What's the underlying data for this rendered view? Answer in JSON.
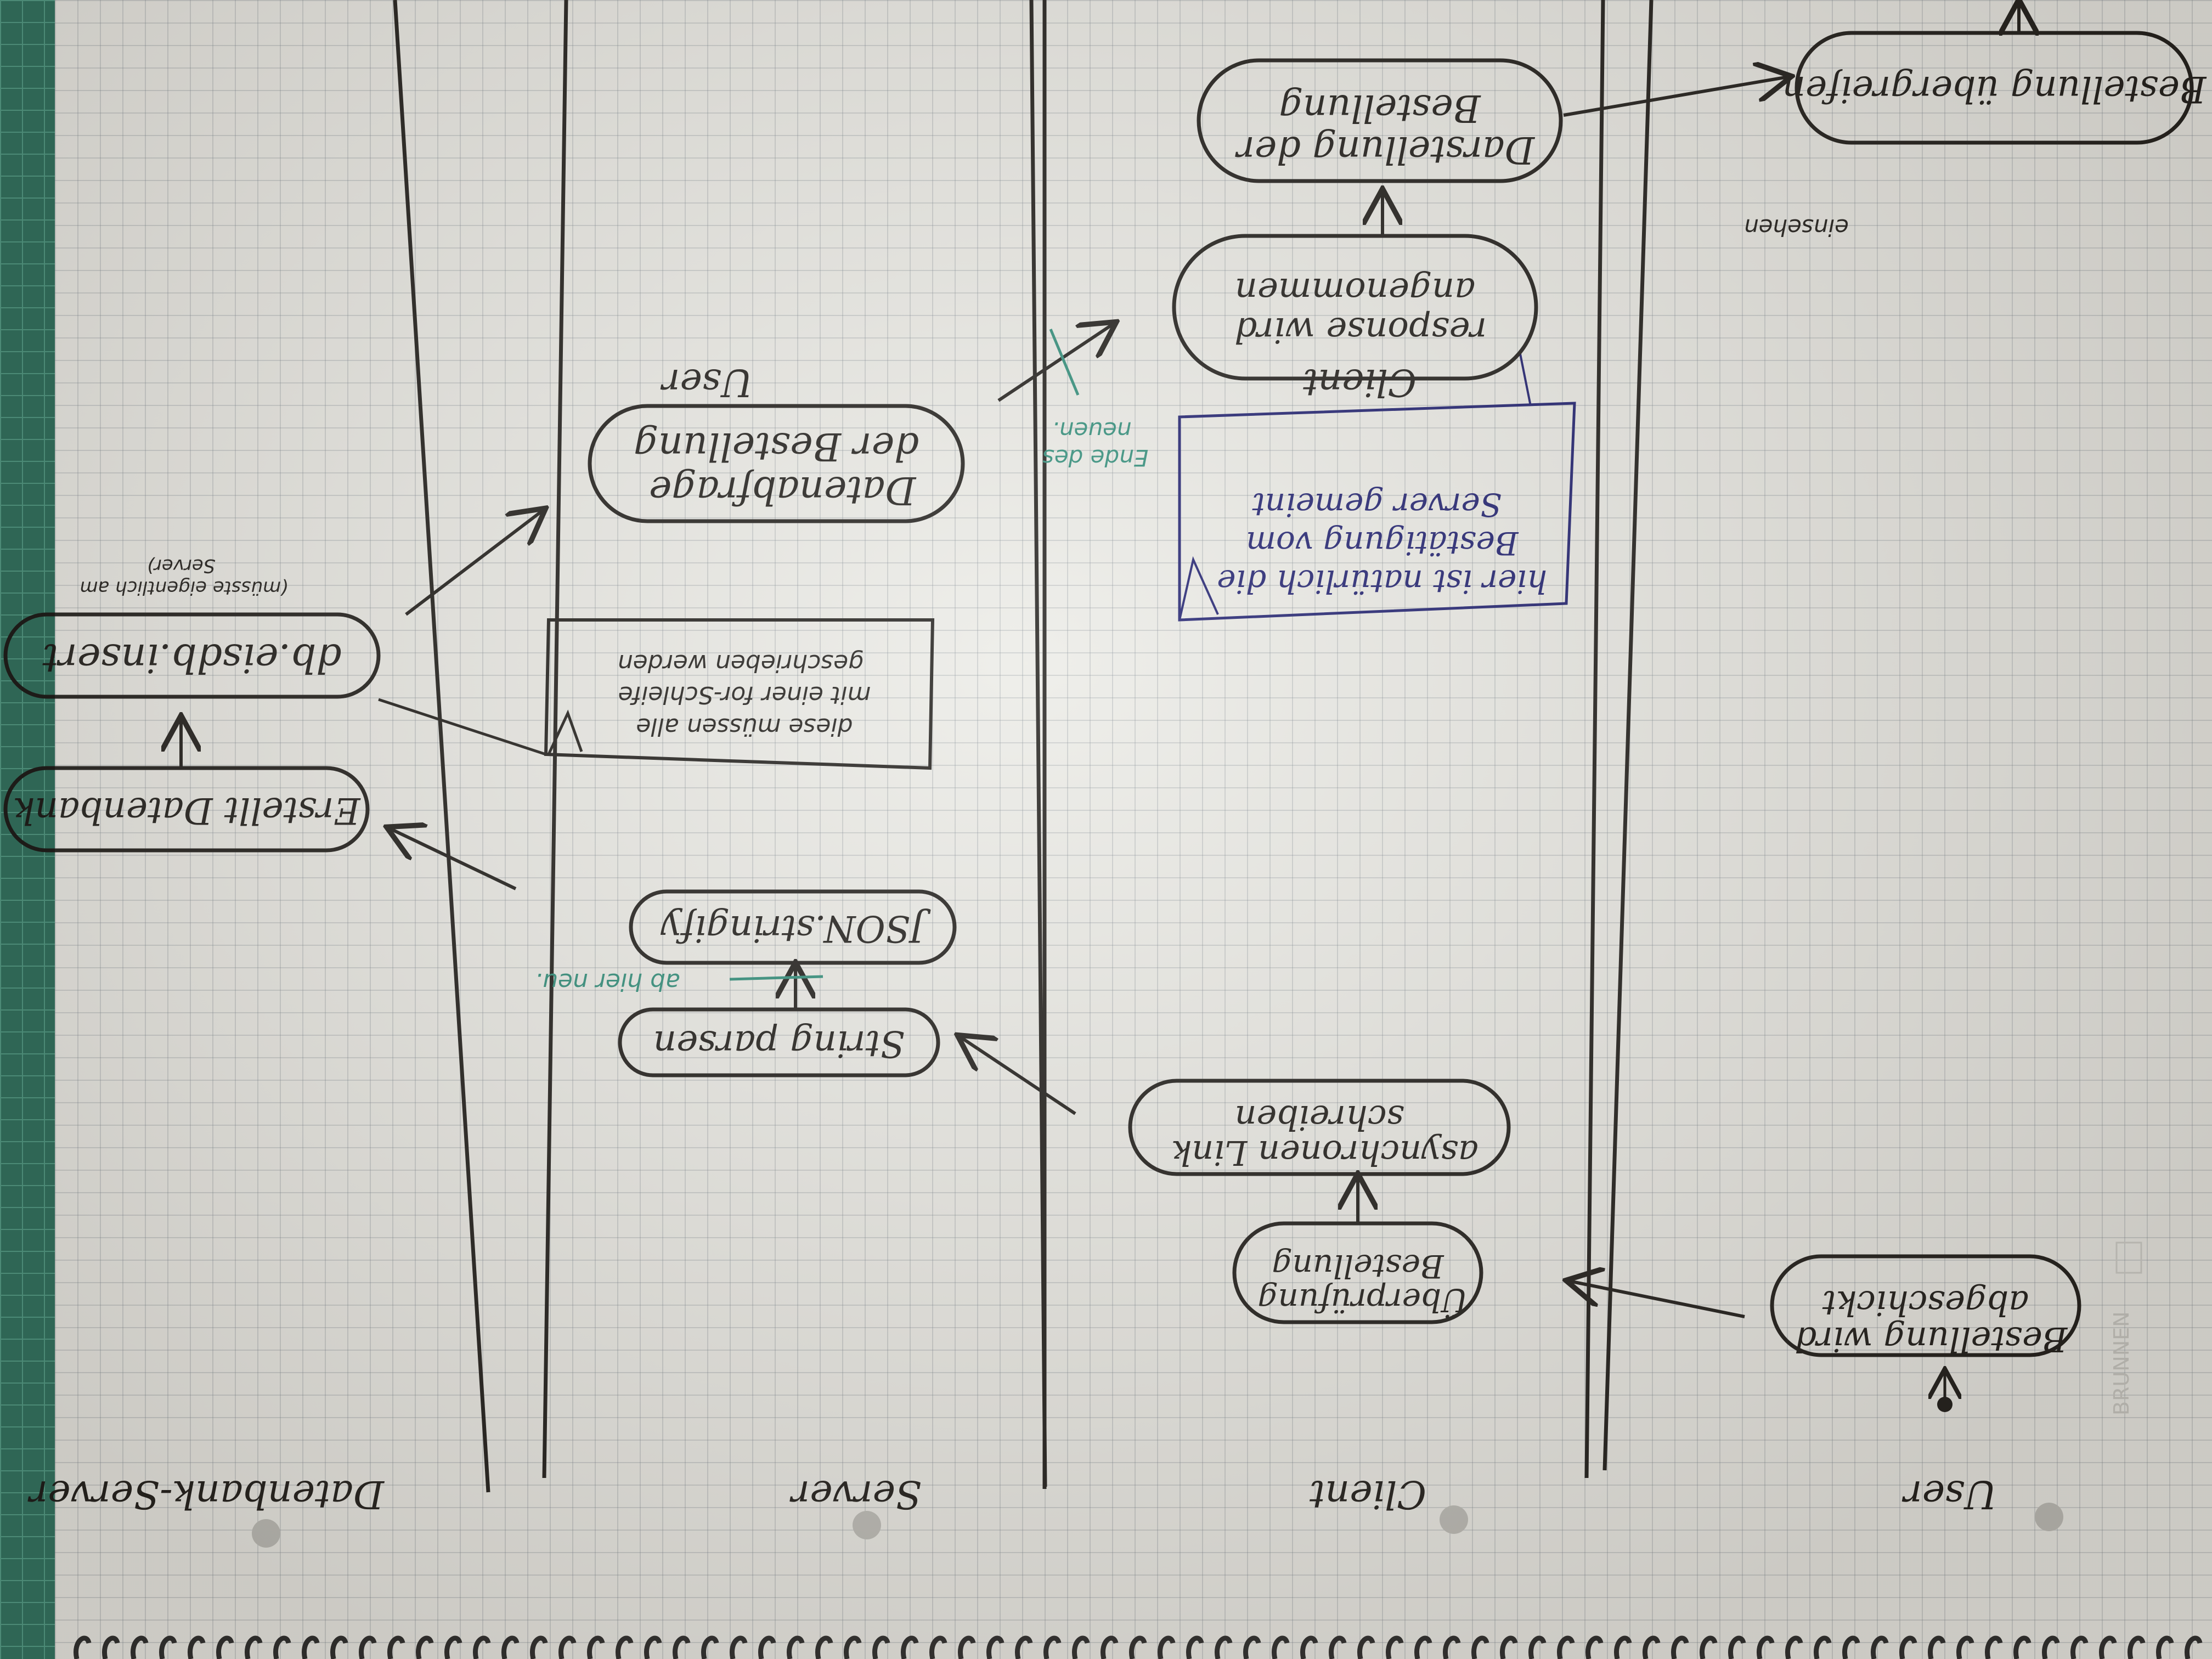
{
  "lanes": [
    {
      "id": "datenbank-server",
      "label": "Datenbank-Server"
    },
    {
      "id": "server",
      "label": "Server"
    },
    {
      "id": "client",
      "label": "Client"
    },
    {
      "id": "user",
      "label": "User"
    }
  ],
  "nodes": {
    "bestellung_abgeschickt": [
      "Bestellung wird",
      "abgeschickt"
    ],
    "ueberpruefung_bestellung": [
      "Überprüfung",
      "Bestellung"
    ],
    "asynchronen_link": [
      "asynchronen Link",
      "schreiben"
    ],
    "string_parsen": [
      "String parsen"
    ],
    "json_stringify": [
      "JSON.stringify"
    ],
    "erstellt_datenbank": [
      "Erstellt Datenbank"
    ],
    "db_insert": [
      "db.eisdb.insert"
    ],
    "datenabfrage": [
      "Datenabfrage",
      "der Bestellung"
    ],
    "response_angenommen": [
      "response wird",
      "angenommen"
    ],
    "darstellung_bestellung": [
      "Darstellung der",
      "Bestellung"
    ],
    "bestellung_uebergreifen": [
      "Bestellung übergreifen"
    ]
  },
  "notes": {
    "schleife": [
      "diese müssen alle",
      "mit einer for-Schleife",
      "geschrieben werden"
    ],
    "db_insert_note": [
      "(müsste eigentlich am",
      "Server)"
    ],
    "bestaetigung": [
      "hier ist natürlich die",
      "Bestätigung vom",
      "Server gemeint"
    ],
    "ab_hier_neu": [
      "ab hier neu."
    ],
    "ende_neu": [
      "Ende des",
      "neuen."
    ],
    "einsehen": [
      "einsehen"
    ]
  },
  "brand": "BRUNNEN",
  "colors": {
    "ink": "#1d1b18",
    "teal": "#2d8c78",
    "blue": "#1c1d6e",
    "paper": "#ebebe6",
    "grid": "#8a9299",
    "mat": "#2f6655"
  }
}
